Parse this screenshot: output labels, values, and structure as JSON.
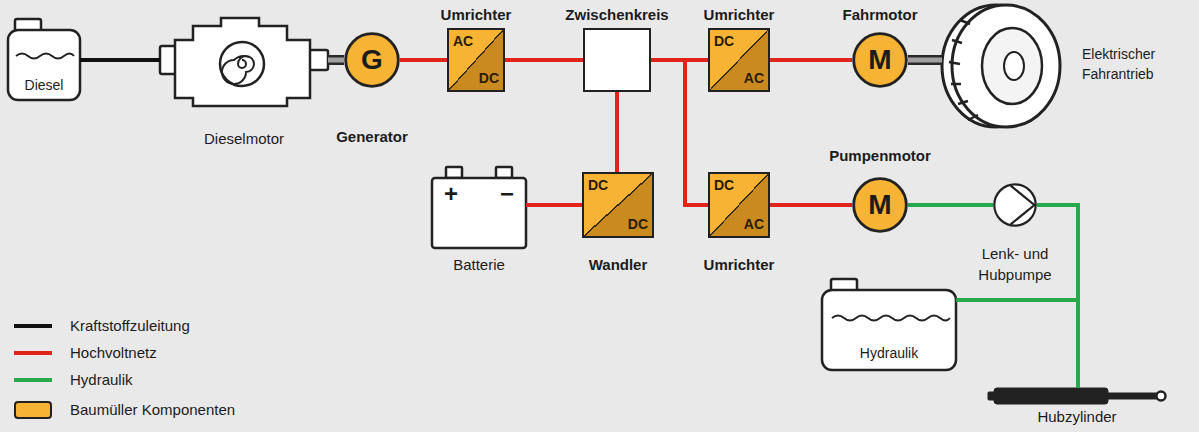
{
  "diagram": {
    "nodes": [
      {
        "text": [
          "Diesel"
        ]
      },
      {
        "text": [
          "Dieselmotor"
        ]
      },
      {
        "text": [
          "G",
          "Generator"
        ]
      },
      {
        "text": [
          "Umrichter",
          "AC",
          "DC"
        ]
      },
      {
        "text": [
          "Zwischenkreis"
        ]
      },
      {
        "text": [
          "Umrichter",
          "DC",
          "AC"
        ]
      },
      {
        "text": [
          "Fahrmotor",
          "M"
        ]
      },
      {
        "text": [
          "Elektrischer Fahrantrieb"
        ]
      },
      {
        "text": [
          "+",
          "−",
          "Batterie"
        ]
      },
      {
        "text": [
          "DC",
          "DC",
          "Wandler"
        ]
      },
      {
        "text": [
          "DC",
          "AC",
          "Umrichter"
        ]
      },
      {
        "text": [
          "Pumpenmotor",
          "M"
        ]
      },
      {
        "text": [
          "Lenk- und Hubpumpe"
        ]
      },
      {
        "text": [
          "Hydraulik"
        ]
      },
      {
        "text": [
          "Hubzylinder"
        ]
      }
    ],
    "edges": [
      {
        "from": 0,
        "to": 1,
        "arrow": "none"
      },
      {
        "from": 1,
        "to": 2,
        "arrow": "none"
      },
      {
        "from": 2,
        "to": 3,
        "arrow": "none"
      },
      {
        "from": 3,
        "to": 4,
        "arrow": "none"
      },
      {
        "from": 4,
        "to": 5,
        "arrow": "none"
      },
      {
        "from": 5,
        "to": 6,
        "arrow": "none"
      },
      {
        "from": 6,
        "to": 7,
        "arrow": "none"
      },
      {
        "from": 4,
        "to": 9,
        "arrow": "none"
      },
      {
        "from": 8,
        "to": 9,
        "arrow": "none"
      },
      {
        "from": 4,
        "to": 10,
        "arrow": "none"
      },
      {
        "from": 10,
        "to": 11,
        "arrow": "none"
      },
      {
        "from": 11,
        "to": 12,
        "arrow": "none"
      },
      {
        "from": 12,
        "to": 14,
        "arrow": "none"
      },
      {
        "from": 13,
        "to": 14,
        "arrow": "none"
      }
    ],
    "legend": [
      {
        "text": "Kraftstoffzuleitung"
      },
      {
        "text": "Hochvoltnetz"
      },
      {
        "text": "Hydraulik"
      },
      {
        "text": "Baumüller Komponenten",
        "color": "#f7b334"
      }
    ]
  }
}
